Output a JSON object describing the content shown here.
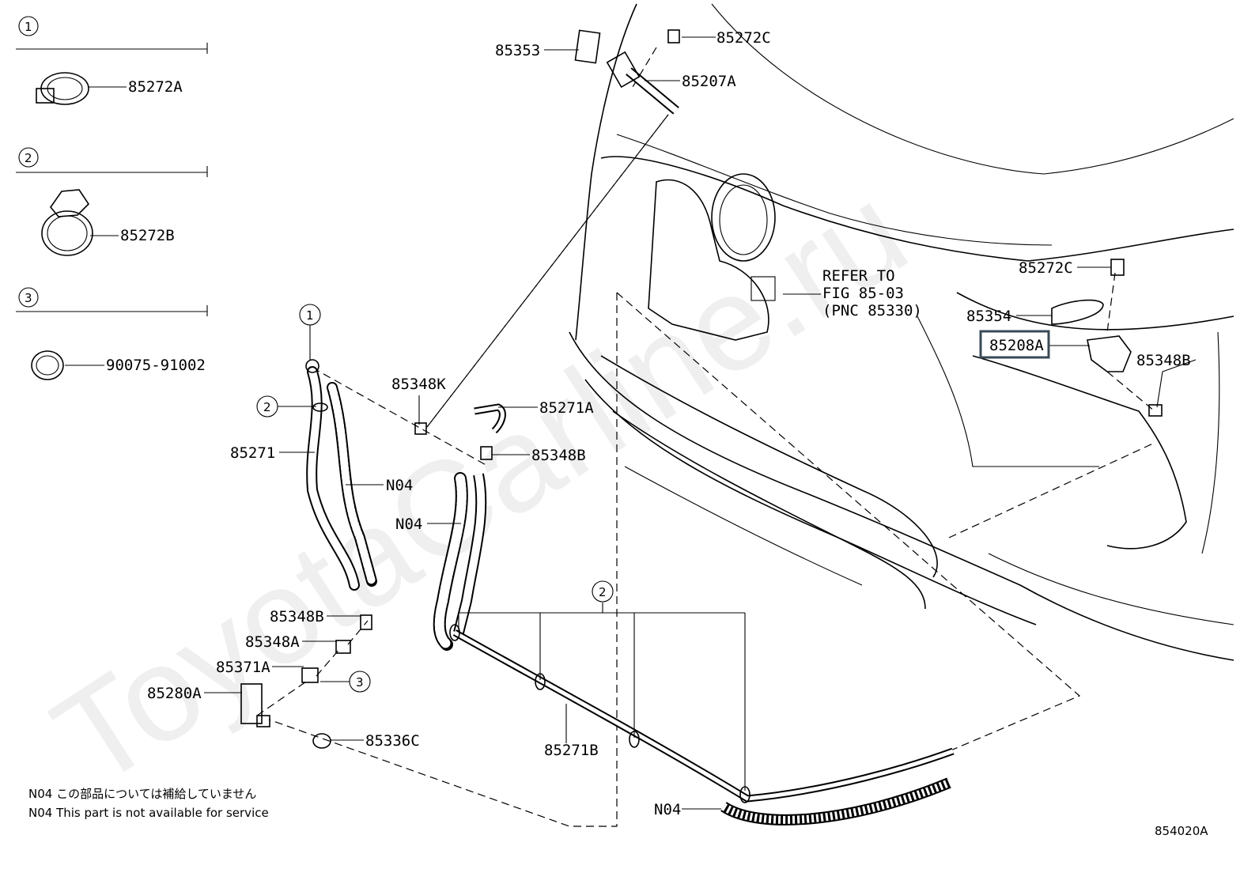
{
  "watermark": "ToyotaCarline.ru",
  "legend": [
    {
      "num": "1",
      "part": "85272A"
    },
    {
      "num": "2",
      "part": "85272B"
    },
    {
      "num": "3",
      "part": "90075-91002"
    }
  ],
  "callouts": {
    "c1": "1",
    "c2a": "2",
    "c2b": "2",
    "c3": "3"
  },
  "labels": {
    "p85353": "85353",
    "p85272C_top": "85272C",
    "p85207A": "85207A",
    "p85272C_right": "85272C",
    "p85354": "85354",
    "p85208A": "85208A",
    "p85348B_right": "85348B",
    "refer1": "REFER TO",
    "refer2": "FIG 85-03",
    "refer3": "(PNC 85330)",
    "p85348K": "85348K",
    "p85271A": "85271A",
    "p85348B_mid": "85348B",
    "p85271": "85271",
    "n04_a": "N04",
    "n04_b": "N04",
    "p85348B_low": "85348B",
    "p85348A": "85348A",
    "p85371A": "85371A",
    "p85280A": "85280A",
    "p85336C": "85336C",
    "p85271B": "85271B",
    "n04_c": "N04"
  },
  "notes": {
    "jp": "N04 この部品については補給していません",
    "en": "N04 This part is not available for service"
  },
  "figure_id": "854020A"
}
